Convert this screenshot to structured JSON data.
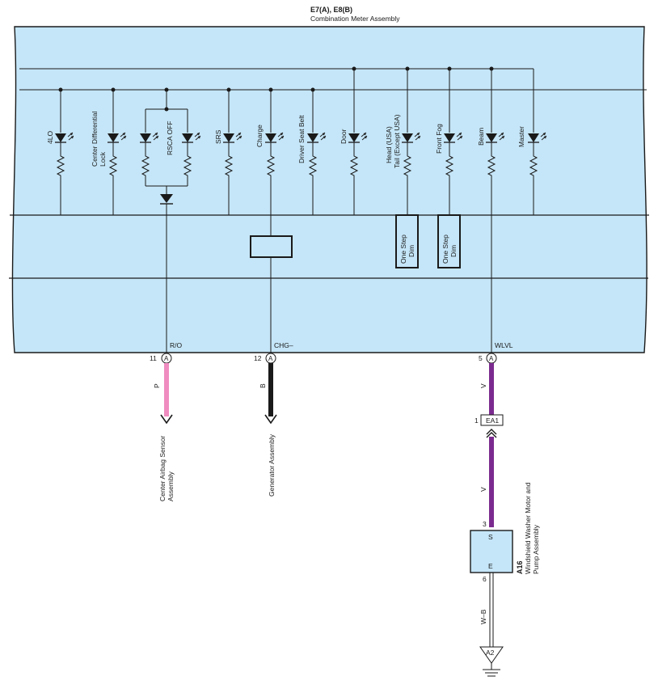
{
  "header": {
    "connector_codes": "E7(A), E8(B)",
    "assembly_name": "Combination Meter Assembly"
  },
  "indicators": [
    {
      "label": "4LO"
    },
    {
      "label_line1": "Center Differential",
      "label_line2": "Lock"
    },
    {
      "label": "RSCA OFF"
    },
    {
      "label": "SRS"
    },
    {
      "label": "Charge"
    },
    {
      "label": "Driver Seat Belt"
    },
    {
      "label": "Door"
    },
    {
      "label_line1": "Head (USA)",
      "label_line2": "Tail (Except USA)"
    },
    {
      "label": "Front Fog"
    },
    {
      "label": "Beam"
    },
    {
      "label": "Master"
    }
  ],
  "dim_boxes": [
    {
      "line1": "One Step",
      "line2": "Dim"
    },
    {
      "line1": "One Step",
      "line2": "Dim"
    }
  ],
  "terminals": [
    {
      "name": "R/O",
      "pin": "11",
      "connector": "A",
      "wire_color_code": "P",
      "wire_color": "#f08cc0",
      "destination_line1": "Center Airbag Sensor",
      "destination_line2": "Assembly"
    },
    {
      "name": "CHG–",
      "pin": "12",
      "connector": "A",
      "wire_color_code": "B",
      "wire_color": "#1a1a1a",
      "destination": "Generator Assembly"
    },
    {
      "name": "WLVL",
      "pin": "5",
      "connector": "A",
      "wire_color_code": "V",
      "wire_color": "#7b2b8f"
    }
  ],
  "junction": {
    "pin": "1",
    "code": "EA1",
    "wire_color_code": "V"
  },
  "washer": {
    "code": "A16",
    "name_line1": "Windshield Washer Motor and",
    "name_line2": "Pump Assembly",
    "pin_top": "3",
    "pin_bottom": "6",
    "terminal_top": "S",
    "terminal_bottom": "E",
    "ground_wire_code": "W–B",
    "ground_code": "A2"
  },
  "colors": {
    "panel_fill": "#c5e6f8",
    "outline": "#1a1a1a",
    "pink_wire": "#f08cc0",
    "black_wire": "#1a1a1a",
    "violet_wire": "#7b2b8f"
  }
}
